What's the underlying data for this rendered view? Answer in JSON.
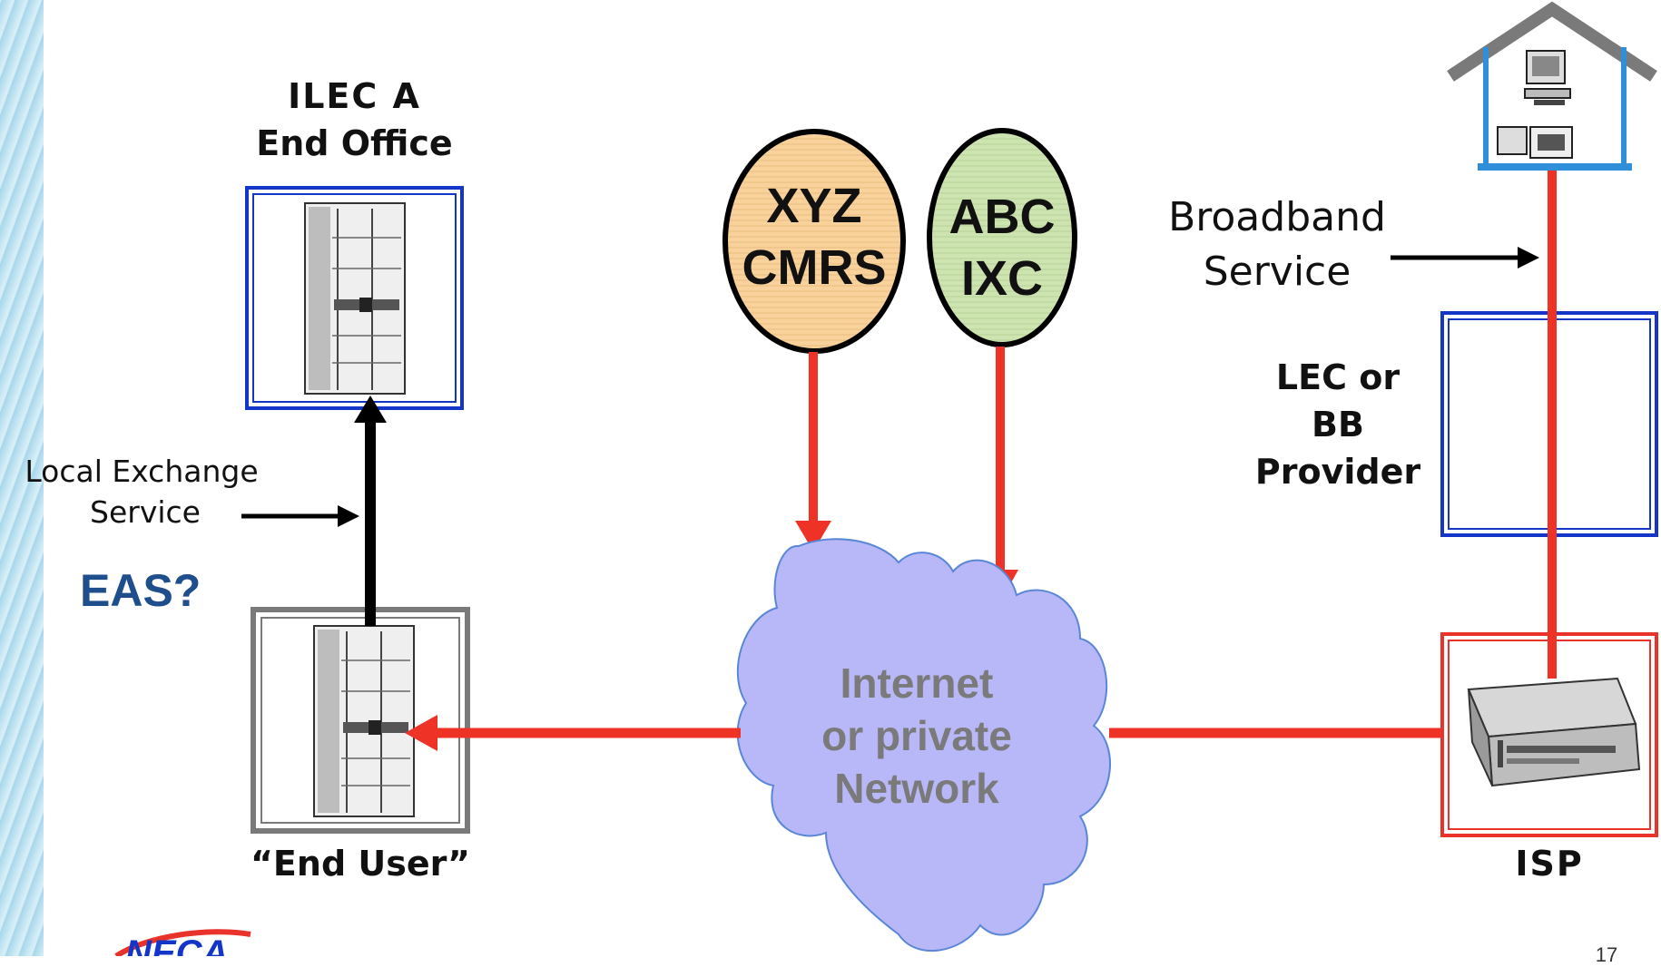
{
  "labels": {
    "ilec_line1": "ILEC A",
    "ilec_line2": "End Office",
    "end_user": "“End User”",
    "local_exchange_line1": "Local Exchange",
    "local_exchange_line2": "Service",
    "eas": "EAS?",
    "xyz_line1": "XYZ",
    "xyz_line2": "CMRS",
    "abc_line1": "ABC",
    "abc_line2": "IXC",
    "internet_line1": "Internet",
    "internet_line2": "or private",
    "internet_line3": "Network",
    "broadband_line1": "Broadband",
    "broadband_line2": "Service",
    "lec_line1": "LEC or",
    "lec_line2": "BB",
    "lec_line3": "Provider",
    "isp": "ISP",
    "logo_text": "NECA",
    "page_number": "17"
  },
  "colors": {
    "red_line": "#ee3326",
    "black_line": "#000000",
    "blue_box": "#1436c8",
    "gray_box": "#7a7a7a",
    "red_box": "#e8322a",
    "cloud_fill": "#b8b8f8",
    "xyz_fill": "#f8d29a",
    "abc_fill": "#cde3b0",
    "eas_text": "#1f4e8c",
    "cloud_text": "#7a7a7a",
    "house_roof": "#7a7a7a",
    "house_wall": "#2f8fd8"
  }
}
